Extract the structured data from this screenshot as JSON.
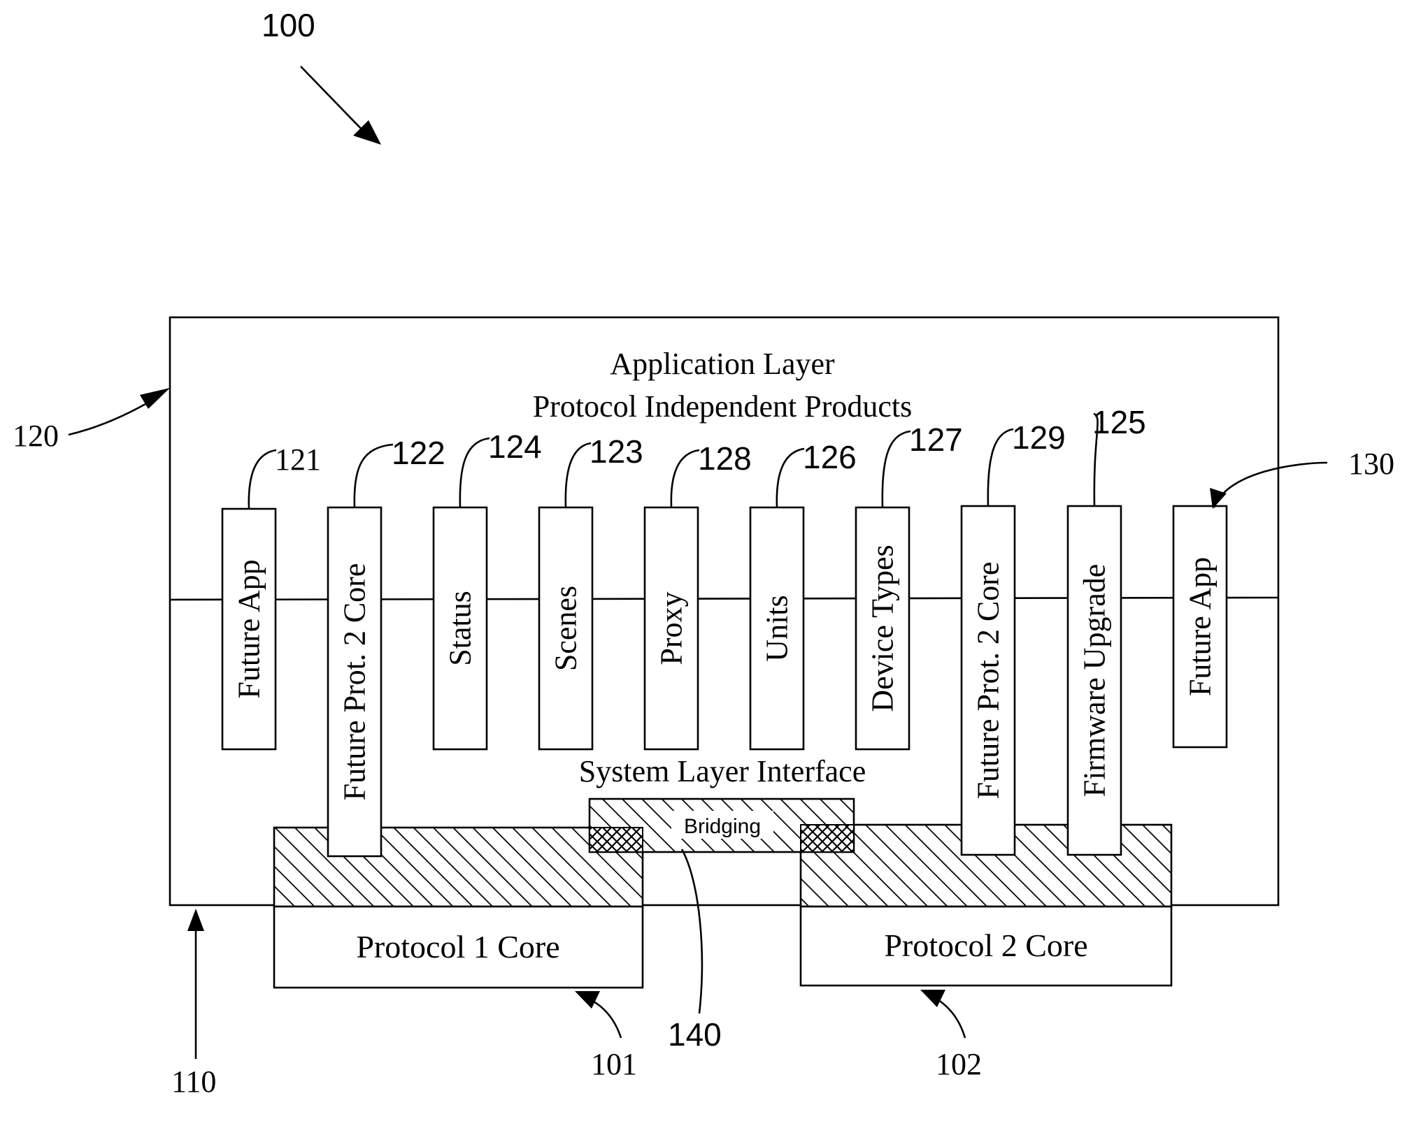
{
  "figure_number": "100",
  "application_layer": {
    "ref": "120",
    "title_line1": "Application Layer",
    "title_line2": "Protocol Independent Products"
  },
  "system_layer": {
    "ref": "110",
    "label": "System Layer Interface"
  },
  "modules": [
    {
      "ref": "121",
      "label": "Future App"
    },
    {
      "ref": "122",
      "label": "Future Prot. 2 Core"
    },
    {
      "ref": "124",
      "label": "Status"
    },
    {
      "ref": "123",
      "label": "Scenes"
    },
    {
      "ref": "128",
      "label": "Proxy"
    },
    {
      "ref": "126",
      "label": "Units"
    },
    {
      "ref": "127",
      "label": "Device Types"
    },
    {
      "ref": "129",
      "label": "Future Prot. 2 Core"
    },
    {
      "ref": "125",
      "label": "Firmware Upgrade"
    },
    {
      "ref": "130",
      "label": "Future App"
    }
  ],
  "cores": [
    {
      "ref": "101",
      "label": "Protocol 1 Core"
    },
    {
      "ref": "102",
      "label": "Protocol 2 Core"
    }
  ],
  "bridging": {
    "ref": "140",
    "label": "Bridging"
  }
}
